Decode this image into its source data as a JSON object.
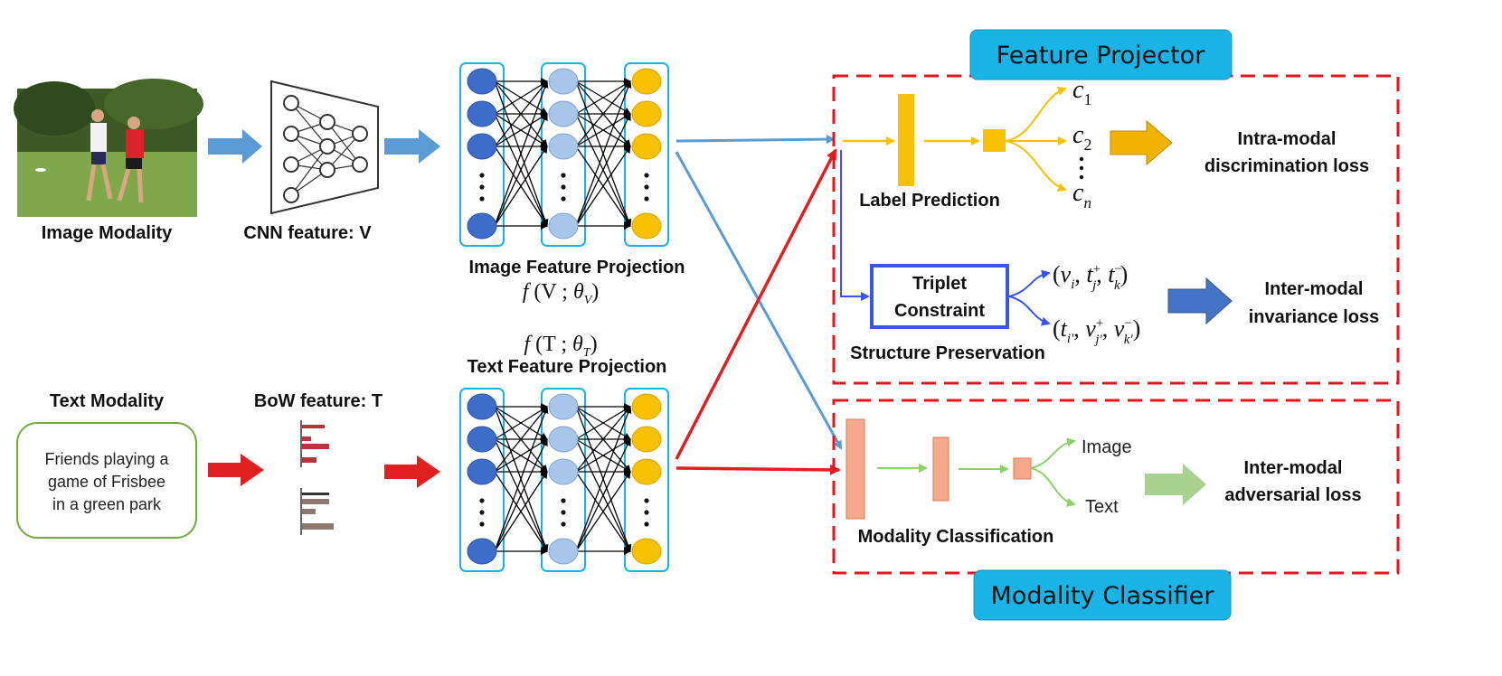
{
  "labels": {
    "image_modality": "Image Modality",
    "cnn_feature": "CNN feature: V",
    "image_projection": "Image Feature Projection",
    "image_projection_formula": "f(V;θ_V)",
    "text_projection_formula": "f(T;θ_T)",
    "text_projection": "Text Feature Projection",
    "text_modality": "Text Modality",
    "bow_feature": "BoW feature: T",
    "text_modality_sentence": [
      "Friends playing a",
      "game of Frisbee",
      "in a green park"
    ],
    "feature_projector": "Feature Projector",
    "modality_classifier": "Modality Classifier",
    "label_prediction": "Label Prediction",
    "class_c1": "c",
    "class_c1_sub": "1",
    "class_c2": "c",
    "class_c2_sub": "2",
    "class_cn": "c",
    "class_cn_sub": "n",
    "intra_loss_line1": "Intra-modal",
    "intra_loss_line2": "discrimination loss",
    "triplet_line1": "Triplet",
    "triplet_line2": "Constraint",
    "triplet_1": "(v_i, t_j^+, t_k^-)",
    "triplet_2": "(t_i', v_j'^+, v_k'^-)",
    "structure_preservation": "Structure Preservation",
    "inter_inv_line1": "Inter-modal",
    "inter_inv_line2": "invariance loss",
    "out_image": "Image",
    "out_text": "Text",
    "modality_classification": "Modality Classification",
    "inter_adv_line1": "Inter-modal",
    "inter_adv_line2": "adversarial loss"
  },
  "colors": {
    "image_path": "#5b9bd5",
    "text_path": "#e02020",
    "label_prediction": "#f7c000",
    "triplet": "#3a55e6",
    "dashed_box": "#e8141c",
    "header_box": "#19b3e6",
    "modality_bar": "#f4a98a",
    "modality_arrow": "#8cd16a",
    "inter_inv_arrow": "#4472c4",
    "adv_arrow": "#a9d18e",
    "intra_arrow": "#f0b400",
    "node_dark": "#3d6cc9",
    "node_light": "#a8c6ea",
    "node_yellow": "#f7c000",
    "bow_red": "#c0303a",
    "bow_brown": "#8c7a72"
  }
}
